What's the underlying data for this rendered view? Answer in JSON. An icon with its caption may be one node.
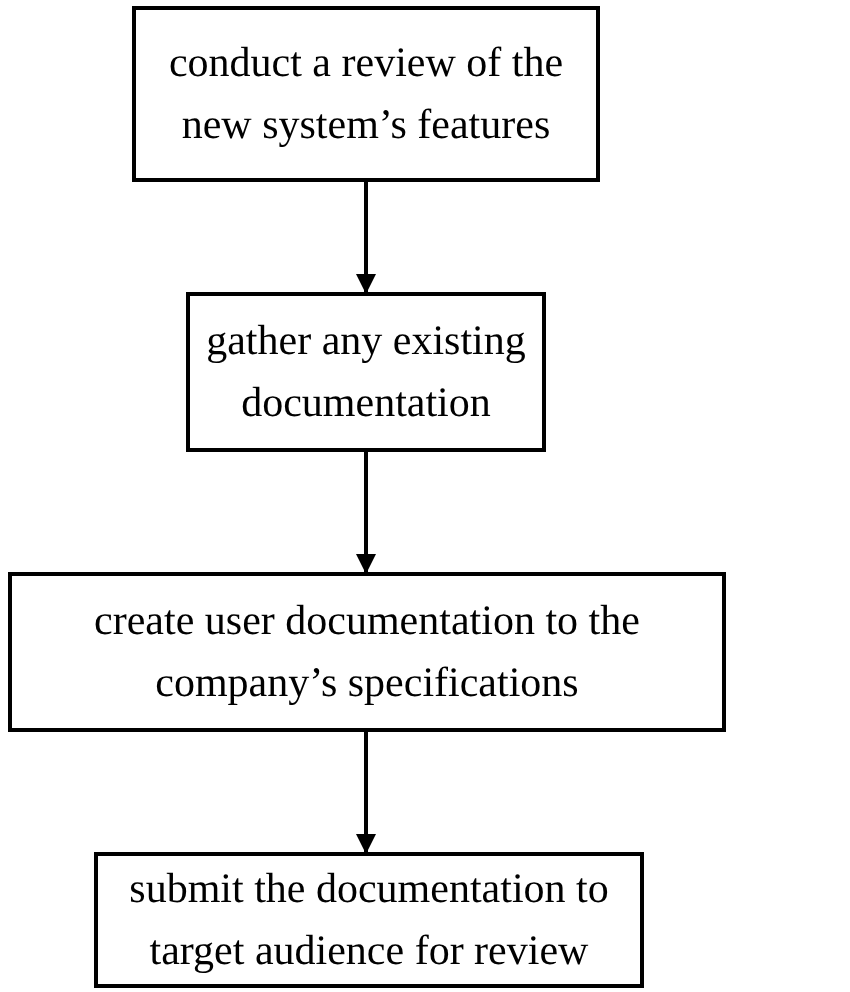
{
  "diagram": {
    "nodes": [
      {
        "text": [
          "conduct a review of the new system’s features"
        ]
      },
      {
        "text": [
          "gather any existing documentation"
        ]
      },
      {
        "text": [
          "create user documentation to the company’s specifications"
        ]
      },
      {
        "text": [
          "submit the documentation to target audience for review"
        ]
      }
    ],
    "edges": [
      {
        "from": 0,
        "to": 1,
        "arrow": "to"
      },
      {
        "from": 1,
        "to": 2,
        "arrow": "to"
      },
      {
        "from": 2,
        "to": 3,
        "arrow": "to"
      }
    ]
  }
}
